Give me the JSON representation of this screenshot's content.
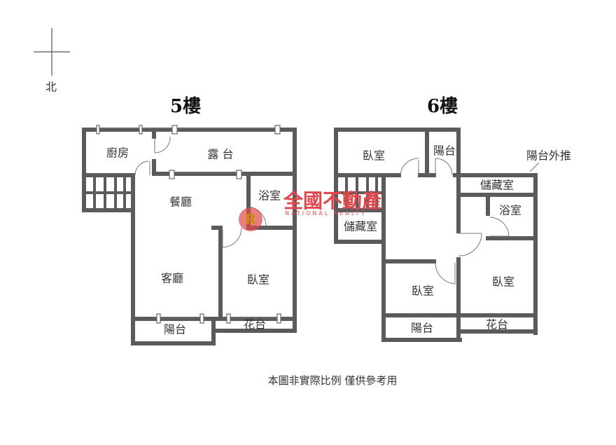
{
  "compass": {
    "north_label": "北"
  },
  "floor5": {
    "title": "5樓",
    "rooms": {
      "kitchen": "廚房",
      "terrace": "露 台",
      "dining": "餐廳",
      "bath": "浴室",
      "living": "客廳",
      "bedroom": "臥室",
      "balcony": "陽台",
      "planter": "花台"
    }
  },
  "floor6": {
    "title": "6樓",
    "rooms": {
      "bedroom_top": "臥室",
      "balcony_top": "陽台",
      "balcony_ext": "陽台外推",
      "storage_top": "儲藏室",
      "bath": "浴室",
      "storage_left": "儲藏室",
      "bedroom_mid": "臥室",
      "bedroom_right": "臥室",
      "balcony": "陽台",
      "planter": "花台"
    }
  },
  "watermark": {
    "brand": "全國不動產",
    "sub": "NATIONAL REALTY",
    "logo": "R"
  },
  "note": "本圖非實際比例 僅供參考用"
}
